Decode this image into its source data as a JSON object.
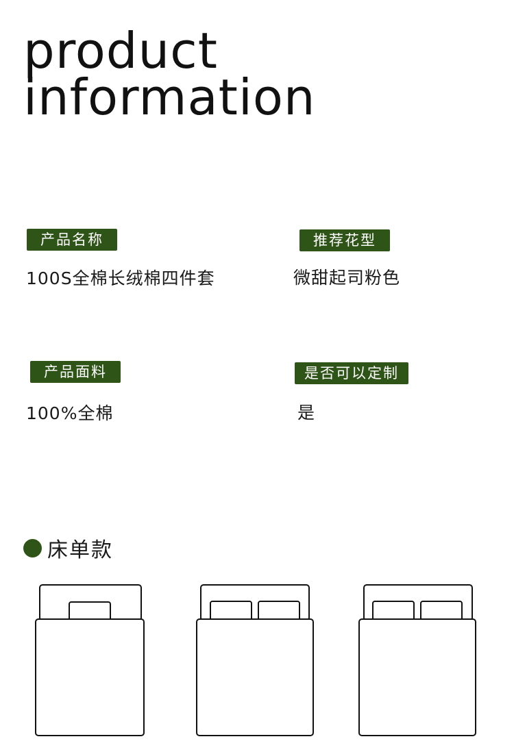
{
  "colors": {
    "accent": "#2f5418"
  },
  "header": {
    "line1": "product",
    "line2": "information"
  },
  "specs": {
    "name": {
      "label": "产品名称",
      "value": "100S全棉长绒棉四件套"
    },
    "pattern": {
      "label": "推荐花型",
      "value": "微甜起司粉色"
    },
    "fabric": {
      "label": "产品面料",
      "value": "100%全棉"
    },
    "custom": {
      "label": "是否可以定制",
      "value": "是"
    }
  },
  "section": {
    "title": "床单款",
    "icon": "circle-bullet-icon"
  },
  "beds": [
    {
      "icon": "single-bed-icon",
      "pillows": 1
    },
    {
      "icon": "double-bed-icon",
      "pillows": 2
    },
    {
      "icon": "double-bed-icon",
      "pillows": 2
    }
  ]
}
